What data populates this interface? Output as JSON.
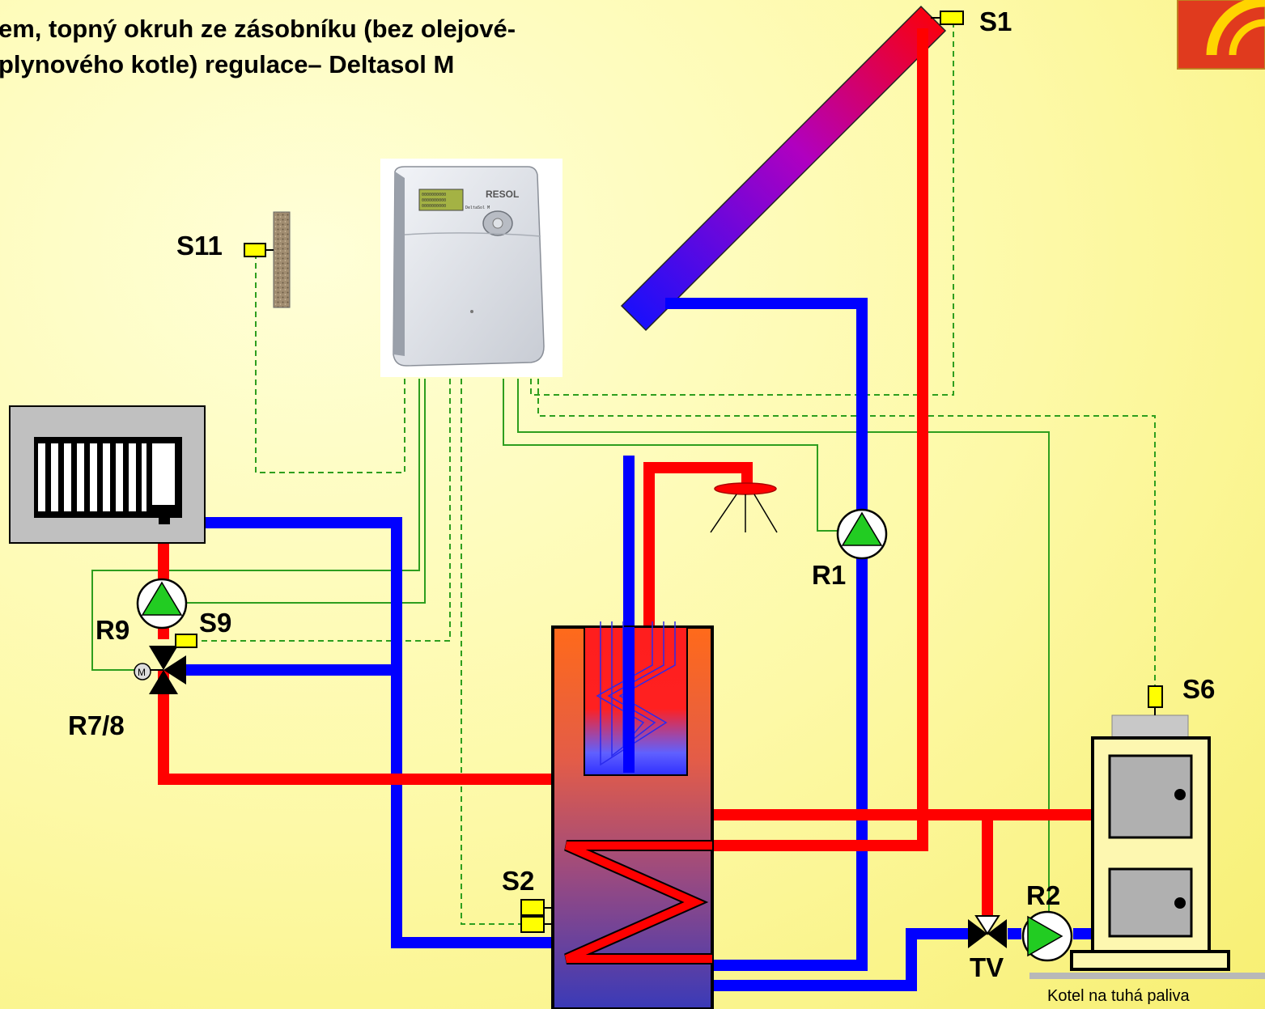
{
  "title": {
    "line1": "em, topný okruh ze zásobníku (bez olejové-",
    "line2": "plynového kotle) regulace– Deltasol M"
  },
  "controller": {
    "brand": "RESOL",
    "model": "DeltaSol M"
  },
  "labels": {
    "s1": "S1",
    "s11": "S11",
    "s9": "S9",
    "s2": "S2",
    "s6": "S6",
    "r1": "R1",
    "r2": "R2",
    "r9": "R9",
    "r78": "R7/8",
    "tv": "TV",
    "motor": "M"
  },
  "boiler": {
    "caption": "Kotel na tuhá paliva"
  },
  "colors": {
    "hot_pipe": "#ff0000",
    "cold_pipe": "#0000ff",
    "signal_wire": "#2e9e1e",
    "sensor": "#ffff00",
    "pump_triangle": "#22cc22",
    "logo": "#e03a1e"
  }
}
